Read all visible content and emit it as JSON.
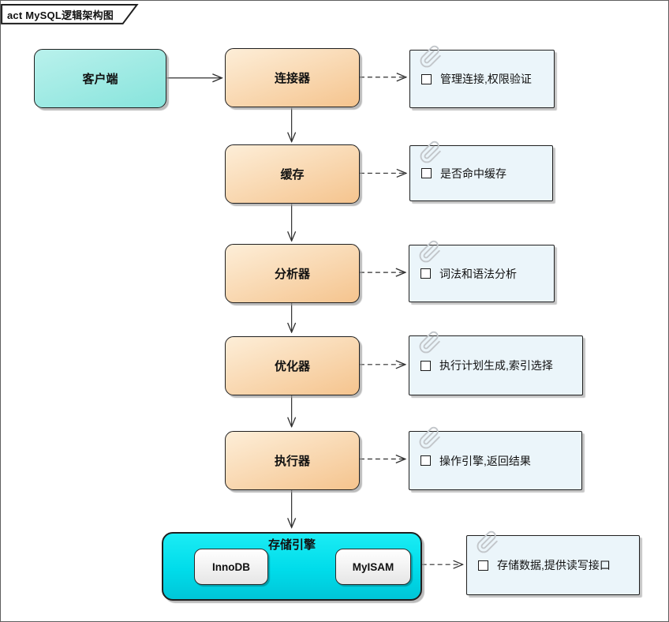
{
  "frame": {
    "title": "act MySQL逻辑架构图"
  },
  "colors": {
    "client_fill_top": "#b9f1ec",
    "client_fill_bottom": "#87e4dc",
    "process_fill_top": "#fdeed8",
    "process_fill_bottom": "#f5c48e",
    "storage_fill_top": "#1becf4",
    "storage_fill_bottom": "#00c6d8",
    "engine_fill_top": "#ffffff",
    "engine_fill_bottom": "#e6e6e6",
    "note_fill": "#ebf5fa",
    "line": "#2f2f2f"
  },
  "nodes": {
    "client": {
      "label": "客户端"
    },
    "connector": {
      "label": "连接器"
    },
    "cache": {
      "label": "缓存"
    },
    "analyzer": {
      "label": "分析器"
    },
    "optimizer": {
      "label": "优化器"
    },
    "executor": {
      "label": "执行器"
    },
    "storage": {
      "label": "存储引擎",
      "engines": [
        {
          "label": "InnoDB"
        },
        {
          "label": "MyISAM"
        }
      ]
    }
  },
  "notes": [
    {
      "text": "管理连接,权限验证"
    },
    {
      "text": "是否命中缓存"
    },
    {
      "text": "词法和语法分析"
    },
    {
      "text": "执行计划生成,索引选择"
    },
    {
      "text": "操作引擎,返回结果"
    },
    {
      "text": "存储数据,提供读写接口"
    }
  ]
}
